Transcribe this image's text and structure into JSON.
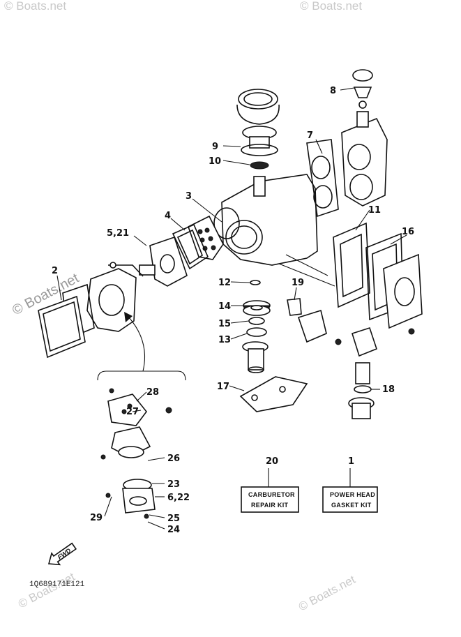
{
  "watermark": {
    "text": "© Boats.net"
  },
  "callouts": {
    "c1": "1",
    "c2": "2",
    "c3": "3",
    "c4": "4",
    "c5_21": "5,21",
    "c6_22": "6,22",
    "c7": "7",
    "c8": "8",
    "c9": "9",
    "c10": "10",
    "c11": "11",
    "c12": "12",
    "c13": "13",
    "c14": "14",
    "c15": "15",
    "c16": "16",
    "c17": "17",
    "c18": "18",
    "c19": "19",
    "c20": "20",
    "c23": "23",
    "c24": "24",
    "c25": "25",
    "c26": "26",
    "c27": "27",
    "c28": "28",
    "c29": "29"
  },
  "kits": {
    "carburetor_line1": "CARBURETOR",
    "carburetor_line2": "REPAIR KIT",
    "powerhead_line1": "POWER HEAD",
    "powerhead_line2": "GASKET KIT"
  },
  "fwd_label": "FWD",
  "drawing_code": "1Q689171E121"
}
